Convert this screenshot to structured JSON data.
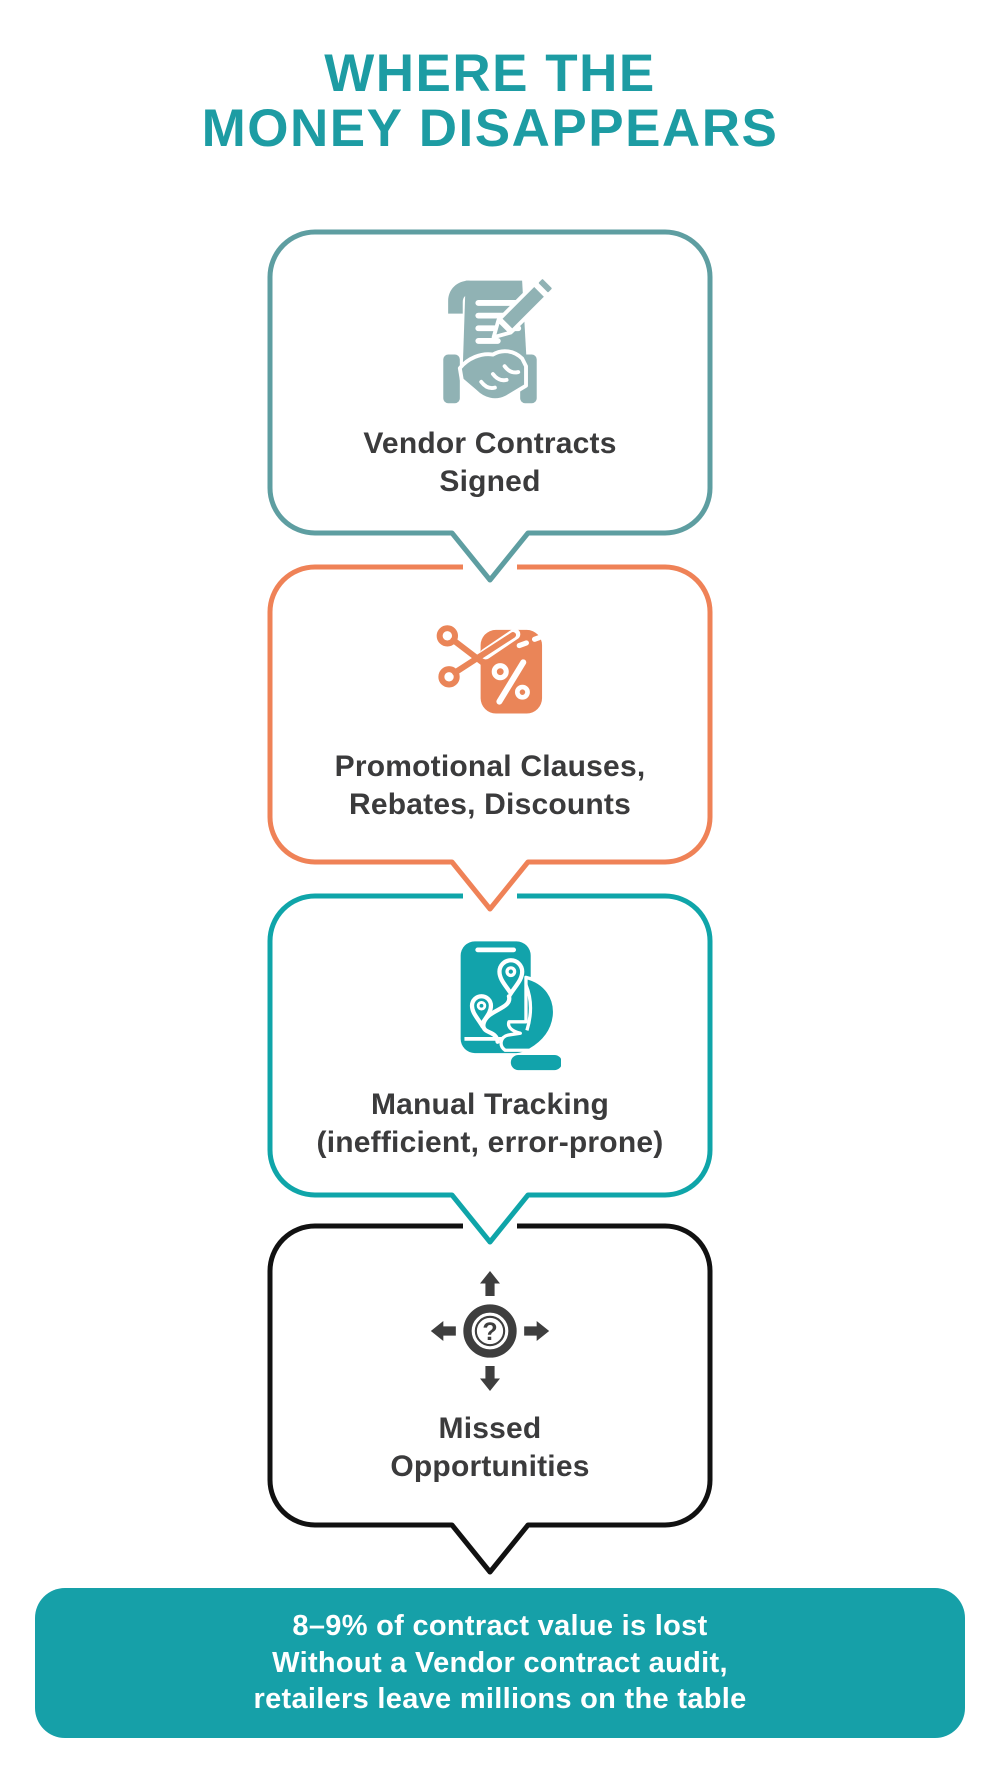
{
  "title": {
    "line1": "WHERE THE",
    "line2": "MONEY DISAPPEARS"
  },
  "steps": [
    {
      "label_line1": "Vendor Contracts",
      "label_line2": "Signed",
      "icon": "contract-signed-icon",
      "border_color": "#5E9EA1",
      "icon_color": "#90B2B4"
    },
    {
      "label_line1": "Promotional Clauses,",
      "label_line2": "Rebates, Discounts",
      "icon": "discount-scissors-icon",
      "border_color": "#EF8257",
      "icon_color": "#EA8558"
    },
    {
      "label_line1": "Manual Tracking",
      "label_line2": "(inefficient, error-prone)",
      "icon": "phone-tracking-icon",
      "border_color": "#0FA5A9",
      "icon_color": "#12A3AB"
    },
    {
      "label_line1": "Missed",
      "label_line2": "Opportunities",
      "icon": "question-arrows-icon",
      "border_color": "#111111",
      "icon_color": "#3E3E3E",
      "icon_glyph": "?"
    }
  ],
  "banner": {
    "line1": "8–9% of contract value is lost",
    "line2": "Without a Vendor contract audit,",
    "line3": "retailers leave millions on the table"
  },
  "palette": {
    "title_text": "#1D9CA3",
    "label_text": "#3B3B3C",
    "banner_bg": "#16A0A8",
    "banner_text": "#FFFFFF",
    "background": "#FFFFFF"
  }
}
